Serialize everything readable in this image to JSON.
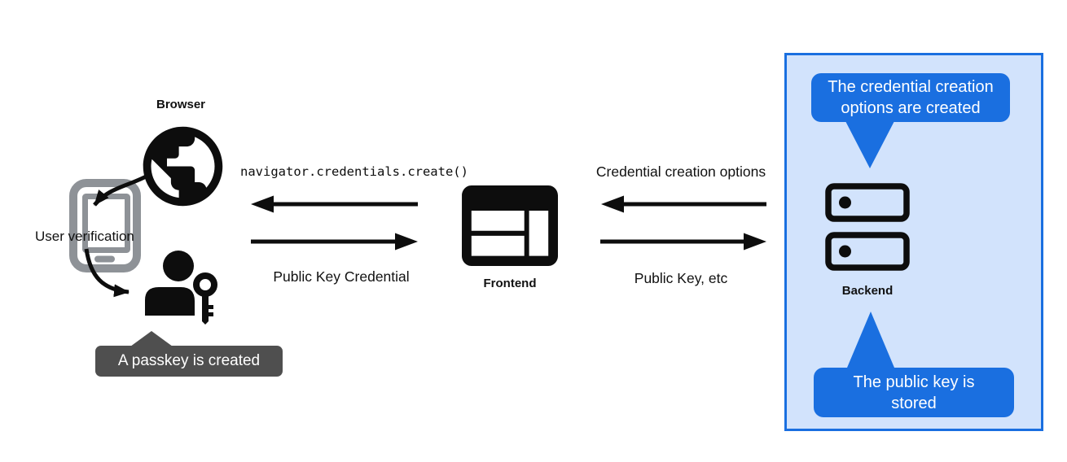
{
  "colors": {
    "canvas_bg": "#ffffff",
    "ink": "#0d0d0d",
    "label_black": "#111111",
    "phone_gray": "#8e9297",
    "tooltip_bg": "#4f4f4f",
    "bubble_blue": "#1a6fe0",
    "panel_fill": "#d2e3fc",
    "panel_border": "#1a6fe0",
    "text_white": "#ffffff"
  },
  "left": {
    "browser_label": "Browser",
    "user_verification_label": "User verification",
    "passkey_tooltip": "A passkey is created"
  },
  "middle": {
    "api_call": "navigator.credentials.create()",
    "return_label": "Public Key Credential",
    "frontend_label": "Frontend"
  },
  "right": {
    "request_label": "Credential creation options",
    "response_label": "Public Key, etc"
  },
  "backend_panel": {
    "backend_label": "Backend",
    "top_bubble": "The credential creation\noptions are created",
    "bottom_bubble": "The public key is\nstored"
  },
  "icons": {
    "browser": "globe-icon",
    "device": "smartphone-icon",
    "user": "person-with-key-icon",
    "frontend": "browser-window-icon",
    "backend": "server-stack-icon"
  }
}
